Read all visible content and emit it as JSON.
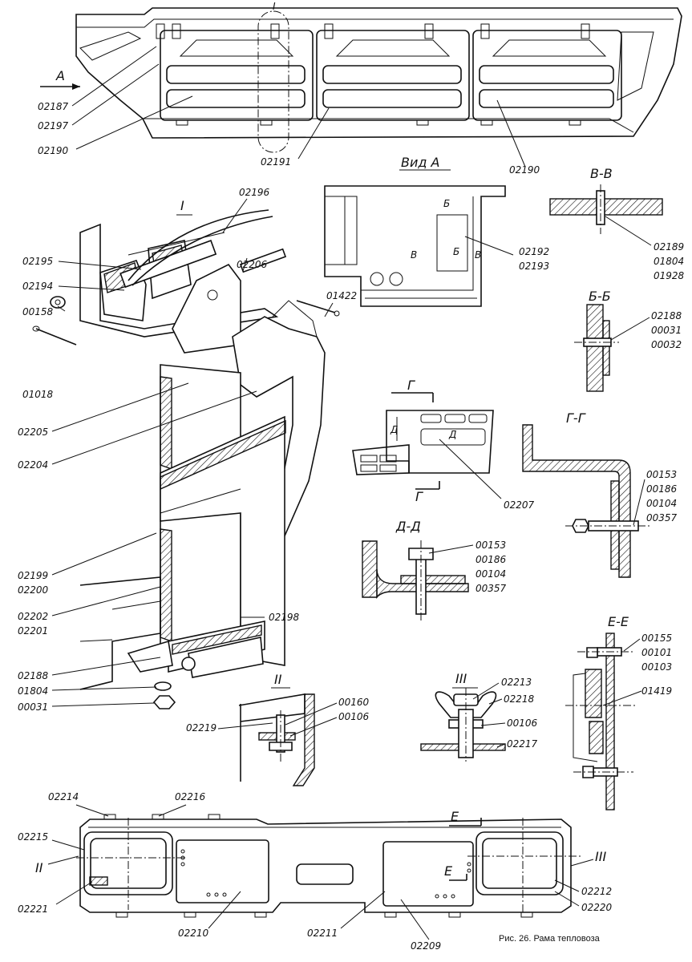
{
  "top_view": {
    "arrow_label": "А",
    "marker_I": "I",
    "labels": [
      "02187",
      "02197",
      "02190",
      "02191",
      "02190"
    ]
  },
  "view_a": {
    "title": "Вид А",
    "section_marks": [
      "Б",
      "Б",
      "В",
      "В"
    ],
    "labels": [
      "02192",
      "02193"
    ]
  },
  "section_vv": {
    "title": "В-В",
    "labels": [
      "02189",
      "01804",
      "01928"
    ]
  },
  "section_bb": {
    "title": "Б-Б",
    "labels": [
      "02188",
      "00031",
      "00032"
    ]
  },
  "detail_I": {
    "title": "I",
    "labels": [
      "02196",
      "02195",
      "02194",
      "00158",
      "01018",
      "02206",
      "01422",
      "02205",
      "02204",
      "02199",
      "02200",
      "02202",
      "02201",
      "02198",
      "02188",
      "01804",
      "00031"
    ]
  },
  "section_gg_view": {
    "marks": [
      "Г",
      "Д",
      "Д",
      "Г"
    ],
    "label": "02207"
  },
  "section_gg": {
    "title": "Г-Г",
    "labels": [
      "00153",
      "00186",
      "00104",
      "00357"
    ]
  },
  "section_dd": {
    "title": "Д-Д",
    "labels": [
      "00153",
      "00186",
      "00104",
      "00357"
    ]
  },
  "section_ee": {
    "title": "Е-Е",
    "labels": [
      "00155",
      "00101",
      "00103",
      "01419"
    ]
  },
  "detail_II": {
    "title": "II",
    "labels": [
      "02219",
      "00160",
      "00106"
    ]
  },
  "detail_III": {
    "title": "III",
    "labels": [
      "02213",
      "02218",
      "00106",
      "02217"
    ]
  },
  "bottom_view": {
    "labels": [
      "02214",
      "02216",
      "02215",
      "02221",
      "02210",
      "02211",
      "02209",
      "02212",
      "02220"
    ],
    "marks": [
      "II",
      "III",
      "Е",
      "Е"
    ]
  },
  "caption": "Рис. 26. Рама тепловоза"
}
